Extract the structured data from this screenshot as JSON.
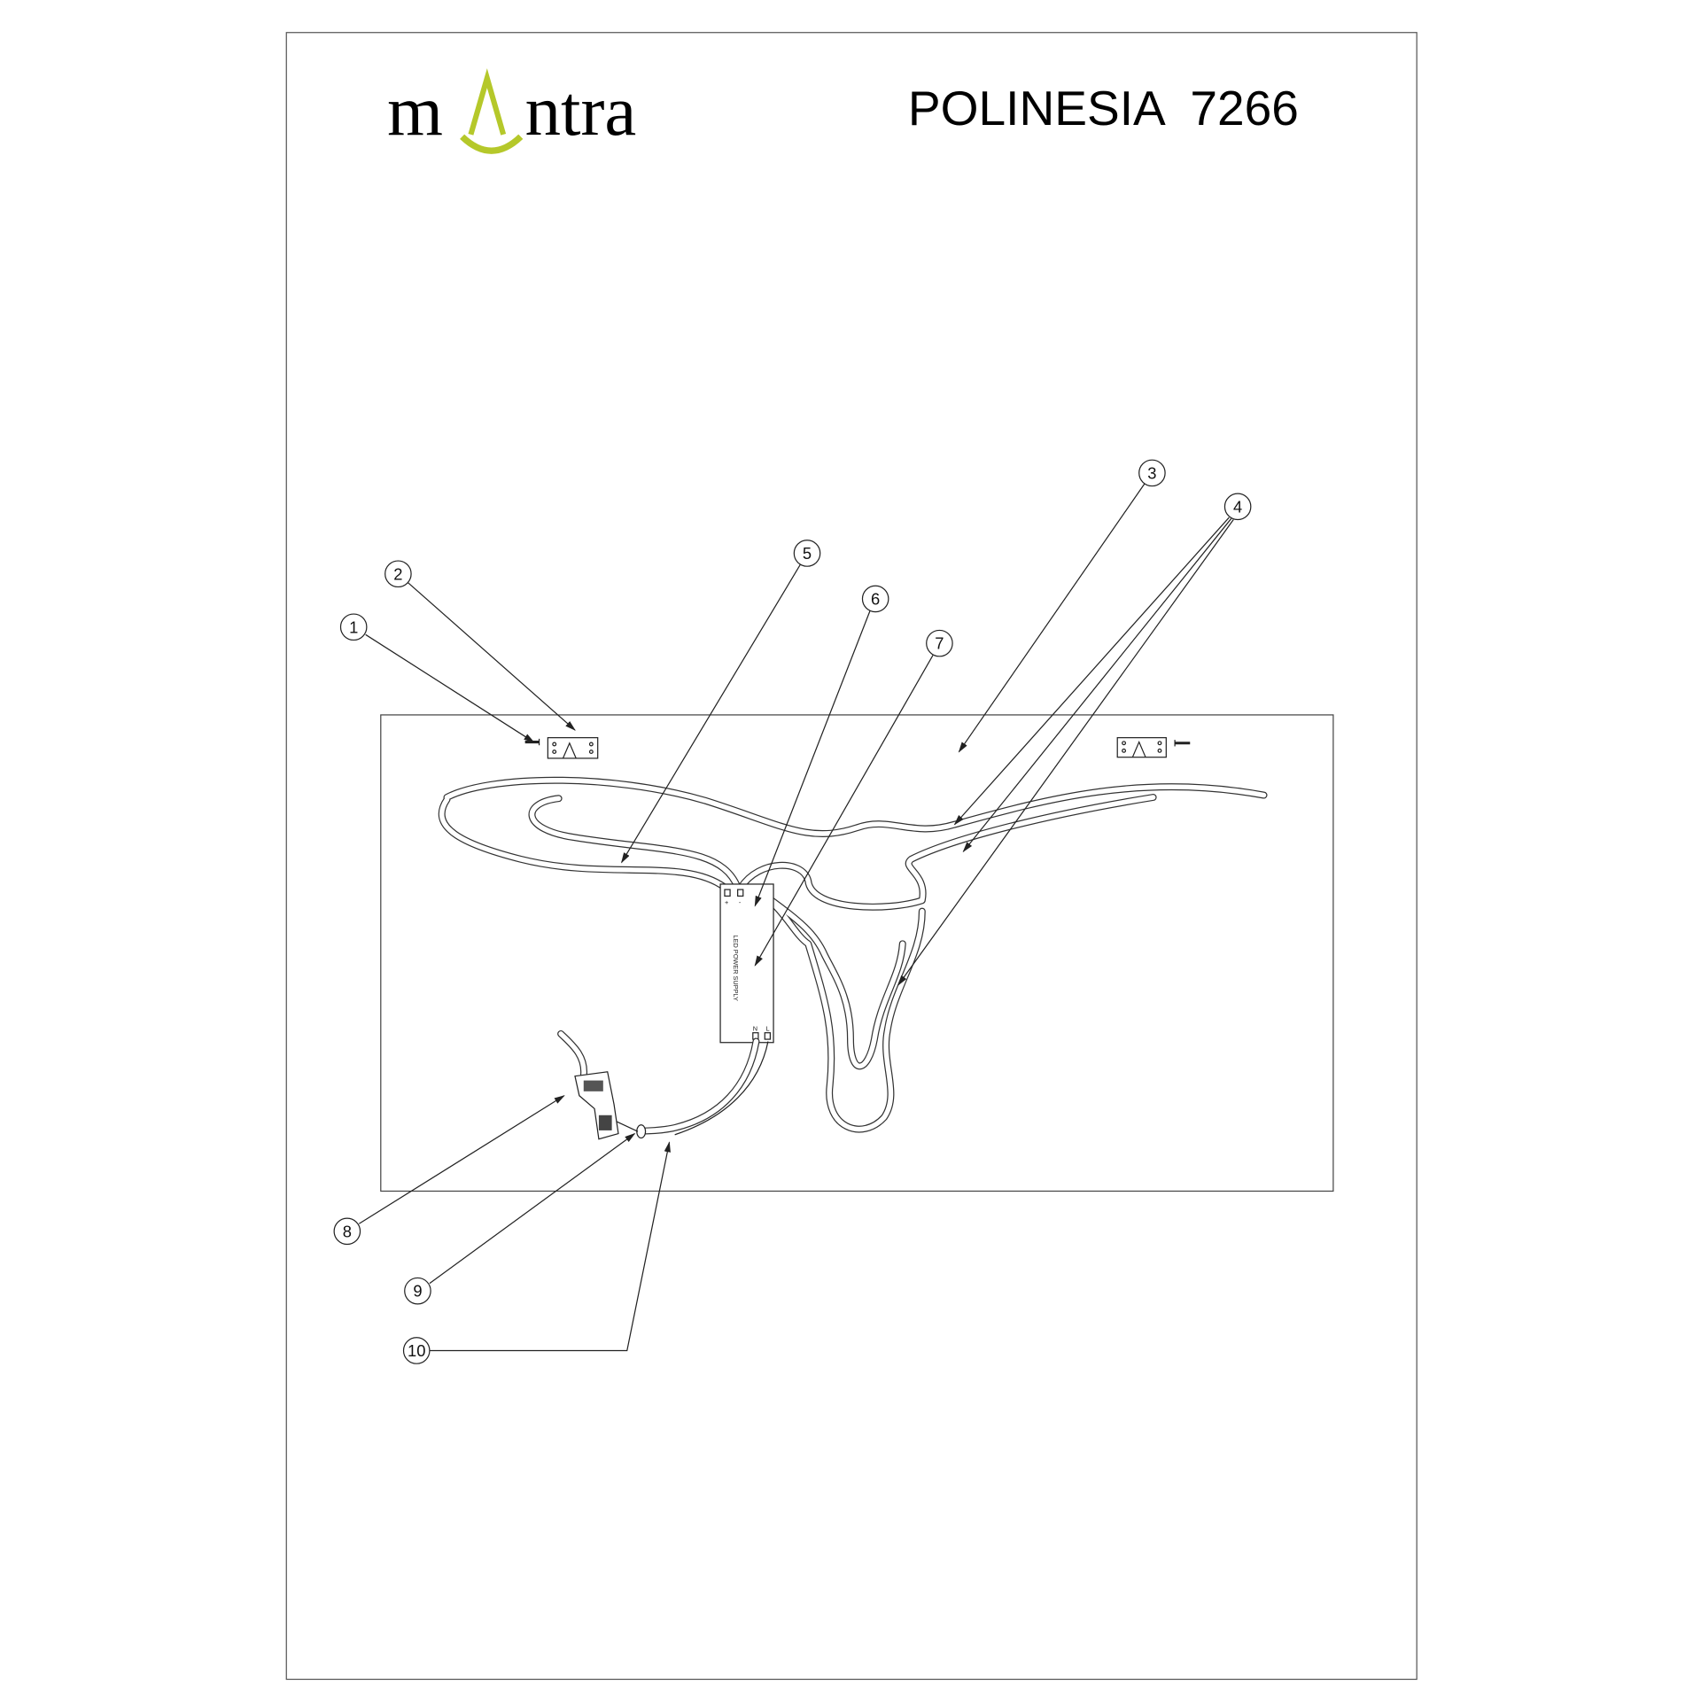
{
  "header": {
    "logo_text": "mantra",
    "title": "POLINESIA  7266"
  },
  "colors": {
    "logo_accent": "#b5c82a",
    "line": "#222222"
  },
  "diagram": {
    "callouts": [
      "1",
      "2",
      "3",
      "4",
      "5",
      "6",
      "7",
      "8",
      "9",
      "10"
    ],
    "power_supply": {
      "label": "LED POWER SUPPLY",
      "terminal_plus": "+",
      "terminal_minus": "-",
      "terminal_n": "N",
      "terminal_l": "L"
    }
  }
}
